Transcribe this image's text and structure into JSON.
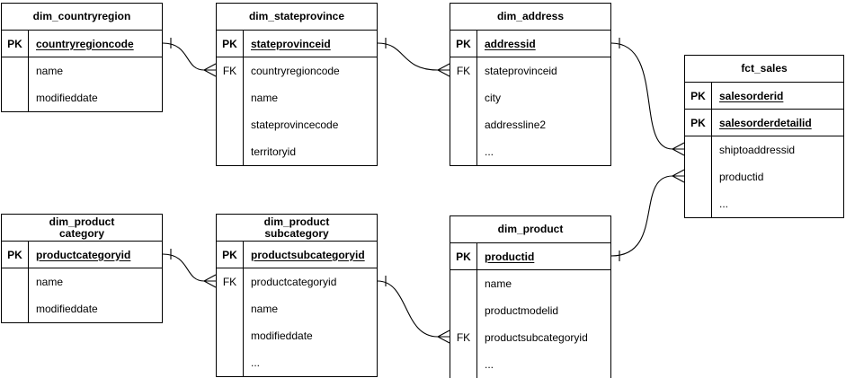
{
  "diagram": {
    "background_color": "#ffffff",
    "stroke_color": "#000000",
    "entities": [
      {
        "id": "dim_countryregion",
        "title": "dim_countryregion",
        "rows": [
          {
            "key": "PK",
            "name": "countryregioncode",
            "pk": true
          },
          {
            "key": "",
            "name": "name",
            "pk": false
          },
          {
            "key": "",
            "name": "modifieddate",
            "pk": false
          }
        ]
      },
      {
        "id": "dim_stateprovince",
        "title": "dim_stateprovince",
        "rows": [
          {
            "key": "PK",
            "name": "stateprovinceid",
            "pk": true
          },
          {
            "key": "FK",
            "name": "countryregioncode",
            "pk": false
          },
          {
            "key": "",
            "name": "name",
            "pk": false
          },
          {
            "key": "",
            "name": "stateprovincecode",
            "pk": false
          },
          {
            "key": "",
            "name": "territoryid",
            "pk": false
          }
        ]
      },
      {
        "id": "dim_address",
        "title": "dim_address",
        "rows": [
          {
            "key": "PK",
            "name": "addressid",
            "pk": true
          },
          {
            "key": "FK",
            "name": "stateprovinceid",
            "pk": false
          },
          {
            "key": "",
            "name": "city",
            "pk": false
          },
          {
            "key": "",
            "name": "addressline2",
            "pk": false
          },
          {
            "key": "",
            "name": "...",
            "pk": false
          }
        ]
      },
      {
        "id": "fct_sales",
        "title": "fct_sales",
        "rows": [
          {
            "key": "PK",
            "name": "salesorderid",
            "pk": true
          },
          {
            "key": "PK",
            "name": "salesorderdetailid",
            "pk": true
          },
          {
            "key": "",
            "name": "shiptoaddressid",
            "pk": false
          },
          {
            "key": "",
            "name": "productid",
            "pk": false
          },
          {
            "key": "",
            "name": "...",
            "pk": false
          }
        ]
      },
      {
        "id": "dim_productcategory",
        "title": "dim_product\ncategory",
        "rows": [
          {
            "key": "PK",
            "name": "productcategoryid",
            "pk": true
          },
          {
            "key": "",
            "name": "name",
            "pk": false
          },
          {
            "key": "",
            "name": "modifieddate",
            "pk": false
          }
        ]
      },
      {
        "id": "dim_productsubcategory",
        "title": "dim_product\nsubcategory",
        "rows": [
          {
            "key": "PK",
            "name": "productsubcategoryid",
            "pk": true
          },
          {
            "key": "FK",
            "name": "productcategoryid",
            "pk": false
          },
          {
            "key": "",
            "name": "name",
            "pk": false
          },
          {
            "key": "",
            "name": "modifieddate",
            "pk": false
          },
          {
            "key": "",
            "name": "...",
            "pk": false
          }
        ]
      },
      {
        "id": "dim_product",
        "title": "dim_product",
        "rows": [
          {
            "key": "PK",
            "name": "productid",
            "pk": true
          },
          {
            "key": "",
            "name": "name",
            "pk": false
          },
          {
            "key": "",
            "name": "productmodelid",
            "pk": false
          },
          {
            "key": "FK",
            "name": "productsubcategoryid",
            "pk": false
          },
          {
            "key": "",
            "name": "...",
            "pk": false
          }
        ]
      }
    ],
    "relationships": [
      {
        "id": "countryregion-stateprovince",
        "from_table": "dim_countryregion",
        "from_column": "countryregioncode",
        "to_table": "dim_stateprovince",
        "to_column": "countryregioncode",
        "from_cardinality": "one",
        "to_cardinality": "many"
      },
      {
        "id": "stateprovince-address",
        "from_table": "dim_stateprovince",
        "from_column": "stateprovinceid",
        "to_table": "dim_address",
        "to_column": "stateprovinceid",
        "from_cardinality": "one",
        "to_cardinality": "many"
      },
      {
        "id": "address-sales",
        "from_table": "dim_address",
        "from_column": "addressid",
        "to_table": "fct_sales",
        "to_column": "shiptoaddressid",
        "from_cardinality": "one",
        "to_cardinality": "many"
      },
      {
        "id": "product-sales",
        "from_table": "dim_product",
        "from_column": "productid",
        "to_table": "fct_sales",
        "to_column": "productid",
        "from_cardinality": "one",
        "to_cardinality": "many"
      },
      {
        "id": "category-subcategory",
        "from_table": "dim_productcategory",
        "from_column": "productcategoryid",
        "to_table": "dim_productsubcategory",
        "to_column": "productcategoryid",
        "from_cardinality": "one",
        "to_cardinality": "many"
      },
      {
        "id": "subcategory-product",
        "from_table": "dim_productsubcategory",
        "from_column": "productsubcategoryid",
        "to_table": "dim_product",
        "to_column": "productsubcategoryid",
        "from_cardinality": "one",
        "to_cardinality": "many"
      }
    ]
  }
}
